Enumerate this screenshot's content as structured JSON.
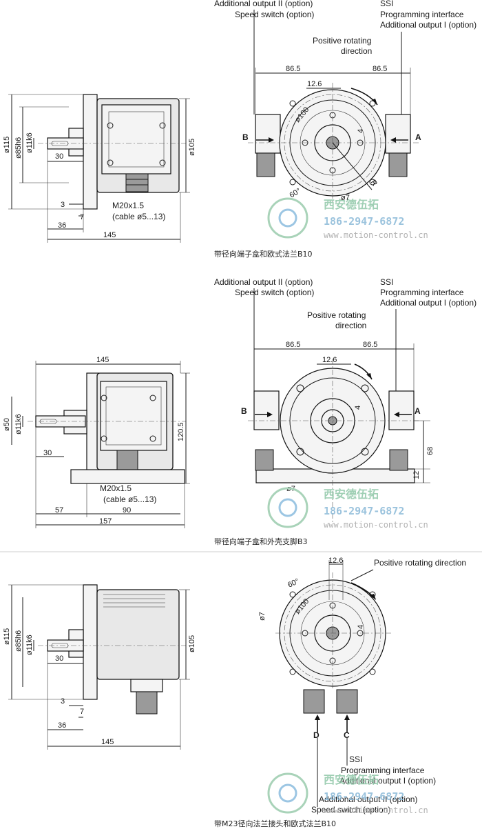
{
  "views": [
    {
      "caption": "带径向端子盒和欧式法兰B10",
      "callouts": {
        "additional_output_2": "Additional output II (option)",
        "speed_switch": "Speed switch (option)",
        "ssi": "SSI",
        "programming_interface": "Programming interface",
        "additional_output_1": "Additional output I (option)",
        "positive_rotating": "Positive rotating",
        "direction": "direction",
        "cable_gland": "M20x1.5",
        "cable_range": "(cable ø5...13)"
      },
      "dims": {
        "d115": "ø115",
        "d85": "ø85h6",
        "d11": "ø11k6",
        "d105": "ø105",
        "l30": "30",
        "l3": "3",
        "l7": "7",
        "l36": "36",
        "l145": "145",
        "w86a": "86.5",
        "w86b": "86.5",
        "w126": "12.6",
        "d100": "ø100",
        "d7": "ø7",
        "h4": "4",
        "a60": "60°",
        "r": "R"
      },
      "markers": {
        "b": "B",
        "a": "A"
      }
    },
    {
      "caption": "带径向端子盒和外壳支脚B3",
      "callouts": {
        "additional_output_2": "Additional output II (option)",
        "speed_switch": "Speed switch (option)",
        "ssi": "SSI",
        "programming_interface": "Programming interface",
        "additional_output_1": "Additional output I (option)",
        "positive_rotating": "Positive rotating",
        "direction": "direction",
        "cable_gland": "M20x1.5",
        "cable_range": "(cable ø5...13)"
      },
      "dims": {
        "l145": "145",
        "d50": "ø50",
        "d11": "ø11k6",
        "h1205": "120.5",
        "l30": "30",
        "l57": "57",
        "l90": "90",
        "l157": "157",
        "w86a": "86.5",
        "w86b": "86.5",
        "w126": "12.6",
        "h4": "4",
        "h68": "68",
        "h12": "12",
        "d7": "ø7"
      },
      "markers": {
        "b": "B",
        "a": "A"
      }
    },
    {
      "caption": "带M23径向法兰接头和欧式法兰B10",
      "callouts": {
        "positive_rotating_full": "Positive rotating direction",
        "ssi": "SSI",
        "programming_interface": "Programming interface",
        "additional_output_1": "Additional output I (option)",
        "additional_output_2": "Additional output II (option)",
        "speed_switch": "Speed switch (option)"
      },
      "dims": {
        "d115": "ø115",
        "d85": "ø85h6",
        "d11": "ø11k6",
        "d105": "ø105",
        "l30": "30",
        "l3": "3",
        "l7": "7",
        "l36": "36",
        "l145": "145",
        "w126": "12.6",
        "a60": "60°",
        "d7": "ø7",
        "d100": "ø100",
        "h4": "4"
      },
      "markers": {
        "d": "D",
        "c": "C"
      }
    }
  ],
  "watermark": {
    "company": "西安德伍拓",
    "phone": "186-2947-6872",
    "url": "www.motion-control.cn"
  },
  "colors": {
    "line": "#1a1a1a",
    "housing": "#e8e8e8",
    "watermark_green": "#8fc7a8",
    "watermark_blue": "#8ab9d8"
  }
}
